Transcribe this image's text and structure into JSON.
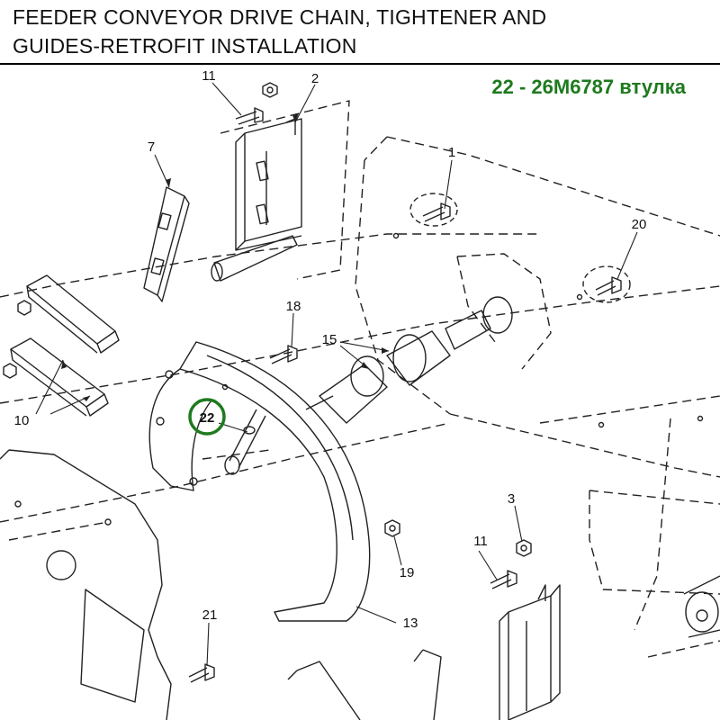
{
  "header": {
    "title_line_1": "FEEDER CONVEYOR DRIVE CHAIN, TIGHTENER AND",
    "title_line_2": "GUIDES-RETROFIT INSTALLATION",
    "part_note": "22 - 26M6787 втулка"
  },
  "colors": {
    "highlight": "#1e7a1e",
    "line": "#222222"
  },
  "callouts": [
    {
      "id": "11-top",
      "label": "11"
    },
    {
      "id": "2",
      "label": "2"
    },
    {
      "id": "7",
      "label": "7"
    },
    {
      "id": "1",
      "label": "1"
    },
    {
      "id": "20",
      "label": "20"
    },
    {
      "id": "18",
      "label": "18"
    },
    {
      "id": "15",
      "label": "15"
    },
    {
      "id": "10",
      "label": "10"
    },
    {
      "id": "22",
      "label": "22",
      "highlighted": true
    },
    {
      "id": "3",
      "label": "3"
    },
    {
      "id": "11-bottom",
      "label": "11"
    },
    {
      "id": "19",
      "label": "19"
    },
    {
      "id": "13",
      "label": "13"
    },
    {
      "id": "21",
      "label": "21"
    }
  ]
}
